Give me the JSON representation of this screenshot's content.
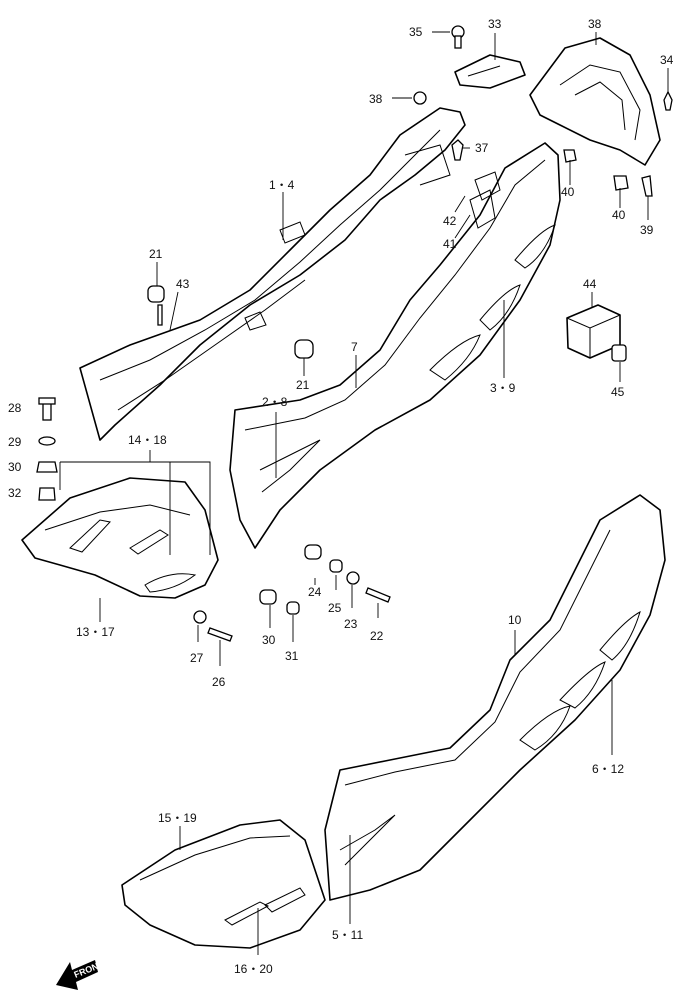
{
  "diagram": {
    "callouts": [
      {
        "id": "c35",
        "text": "35"
      },
      {
        "id": "c33",
        "text": "33"
      },
      {
        "id": "c38a",
        "text": "38"
      },
      {
        "id": "c34",
        "text": "34"
      },
      {
        "id": "c38b",
        "text": "38"
      },
      {
        "id": "c37",
        "text": "37"
      },
      {
        "id": "c14",
        "text": "1・4"
      },
      {
        "id": "c40a",
        "text": "40"
      },
      {
        "id": "c40b",
        "text": "40"
      },
      {
        "id": "c39",
        "text": "39"
      },
      {
        "id": "c42",
        "text": "42"
      },
      {
        "id": "c41",
        "text": "41"
      },
      {
        "id": "c21a",
        "text": "21"
      },
      {
        "id": "c43",
        "text": "43"
      },
      {
        "id": "c44",
        "text": "44"
      },
      {
        "id": "c7",
        "text": "7"
      },
      {
        "id": "c21b",
        "text": "21"
      },
      {
        "id": "c39b",
        "text": "3・9"
      },
      {
        "id": "c45",
        "text": "45"
      },
      {
        "id": "c28",
        "text": "28"
      },
      {
        "id": "c28b",
        "text": "2・8"
      },
      {
        "id": "c29",
        "text": "29"
      },
      {
        "id": "c1418",
        "text": "14・18"
      },
      {
        "id": "c30a",
        "text": "30"
      },
      {
        "id": "c32",
        "text": "32"
      },
      {
        "id": "c24",
        "text": "24"
      },
      {
        "id": "c25",
        "text": "25"
      },
      {
        "id": "c23",
        "text": "23"
      },
      {
        "id": "c22",
        "text": "22"
      },
      {
        "id": "c1317",
        "text": "13・17"
      },
      {
        "id": "c30b",
        "text": "30"
      },
      {
        "id": "c31",
        "text": "31"
      },
      {
        "id": "c10",
        "text": "10"
      },
      {
        "id": "c27",
        "text": "27"
      },
      {
        "id": "c26",
        "text": "26"
      },
      {
        "id": "c612",
        "text": "6・12"
      },
      {
        "id": "c1519",
        "text": "15・19"
      },
      {
        "id": "c511",
        "text": "5・11"
      },
      {
        "id": "c1620",
        "text": "16・20"
      }
    ],
    "direction_marker": "FRONT"
  }
}
